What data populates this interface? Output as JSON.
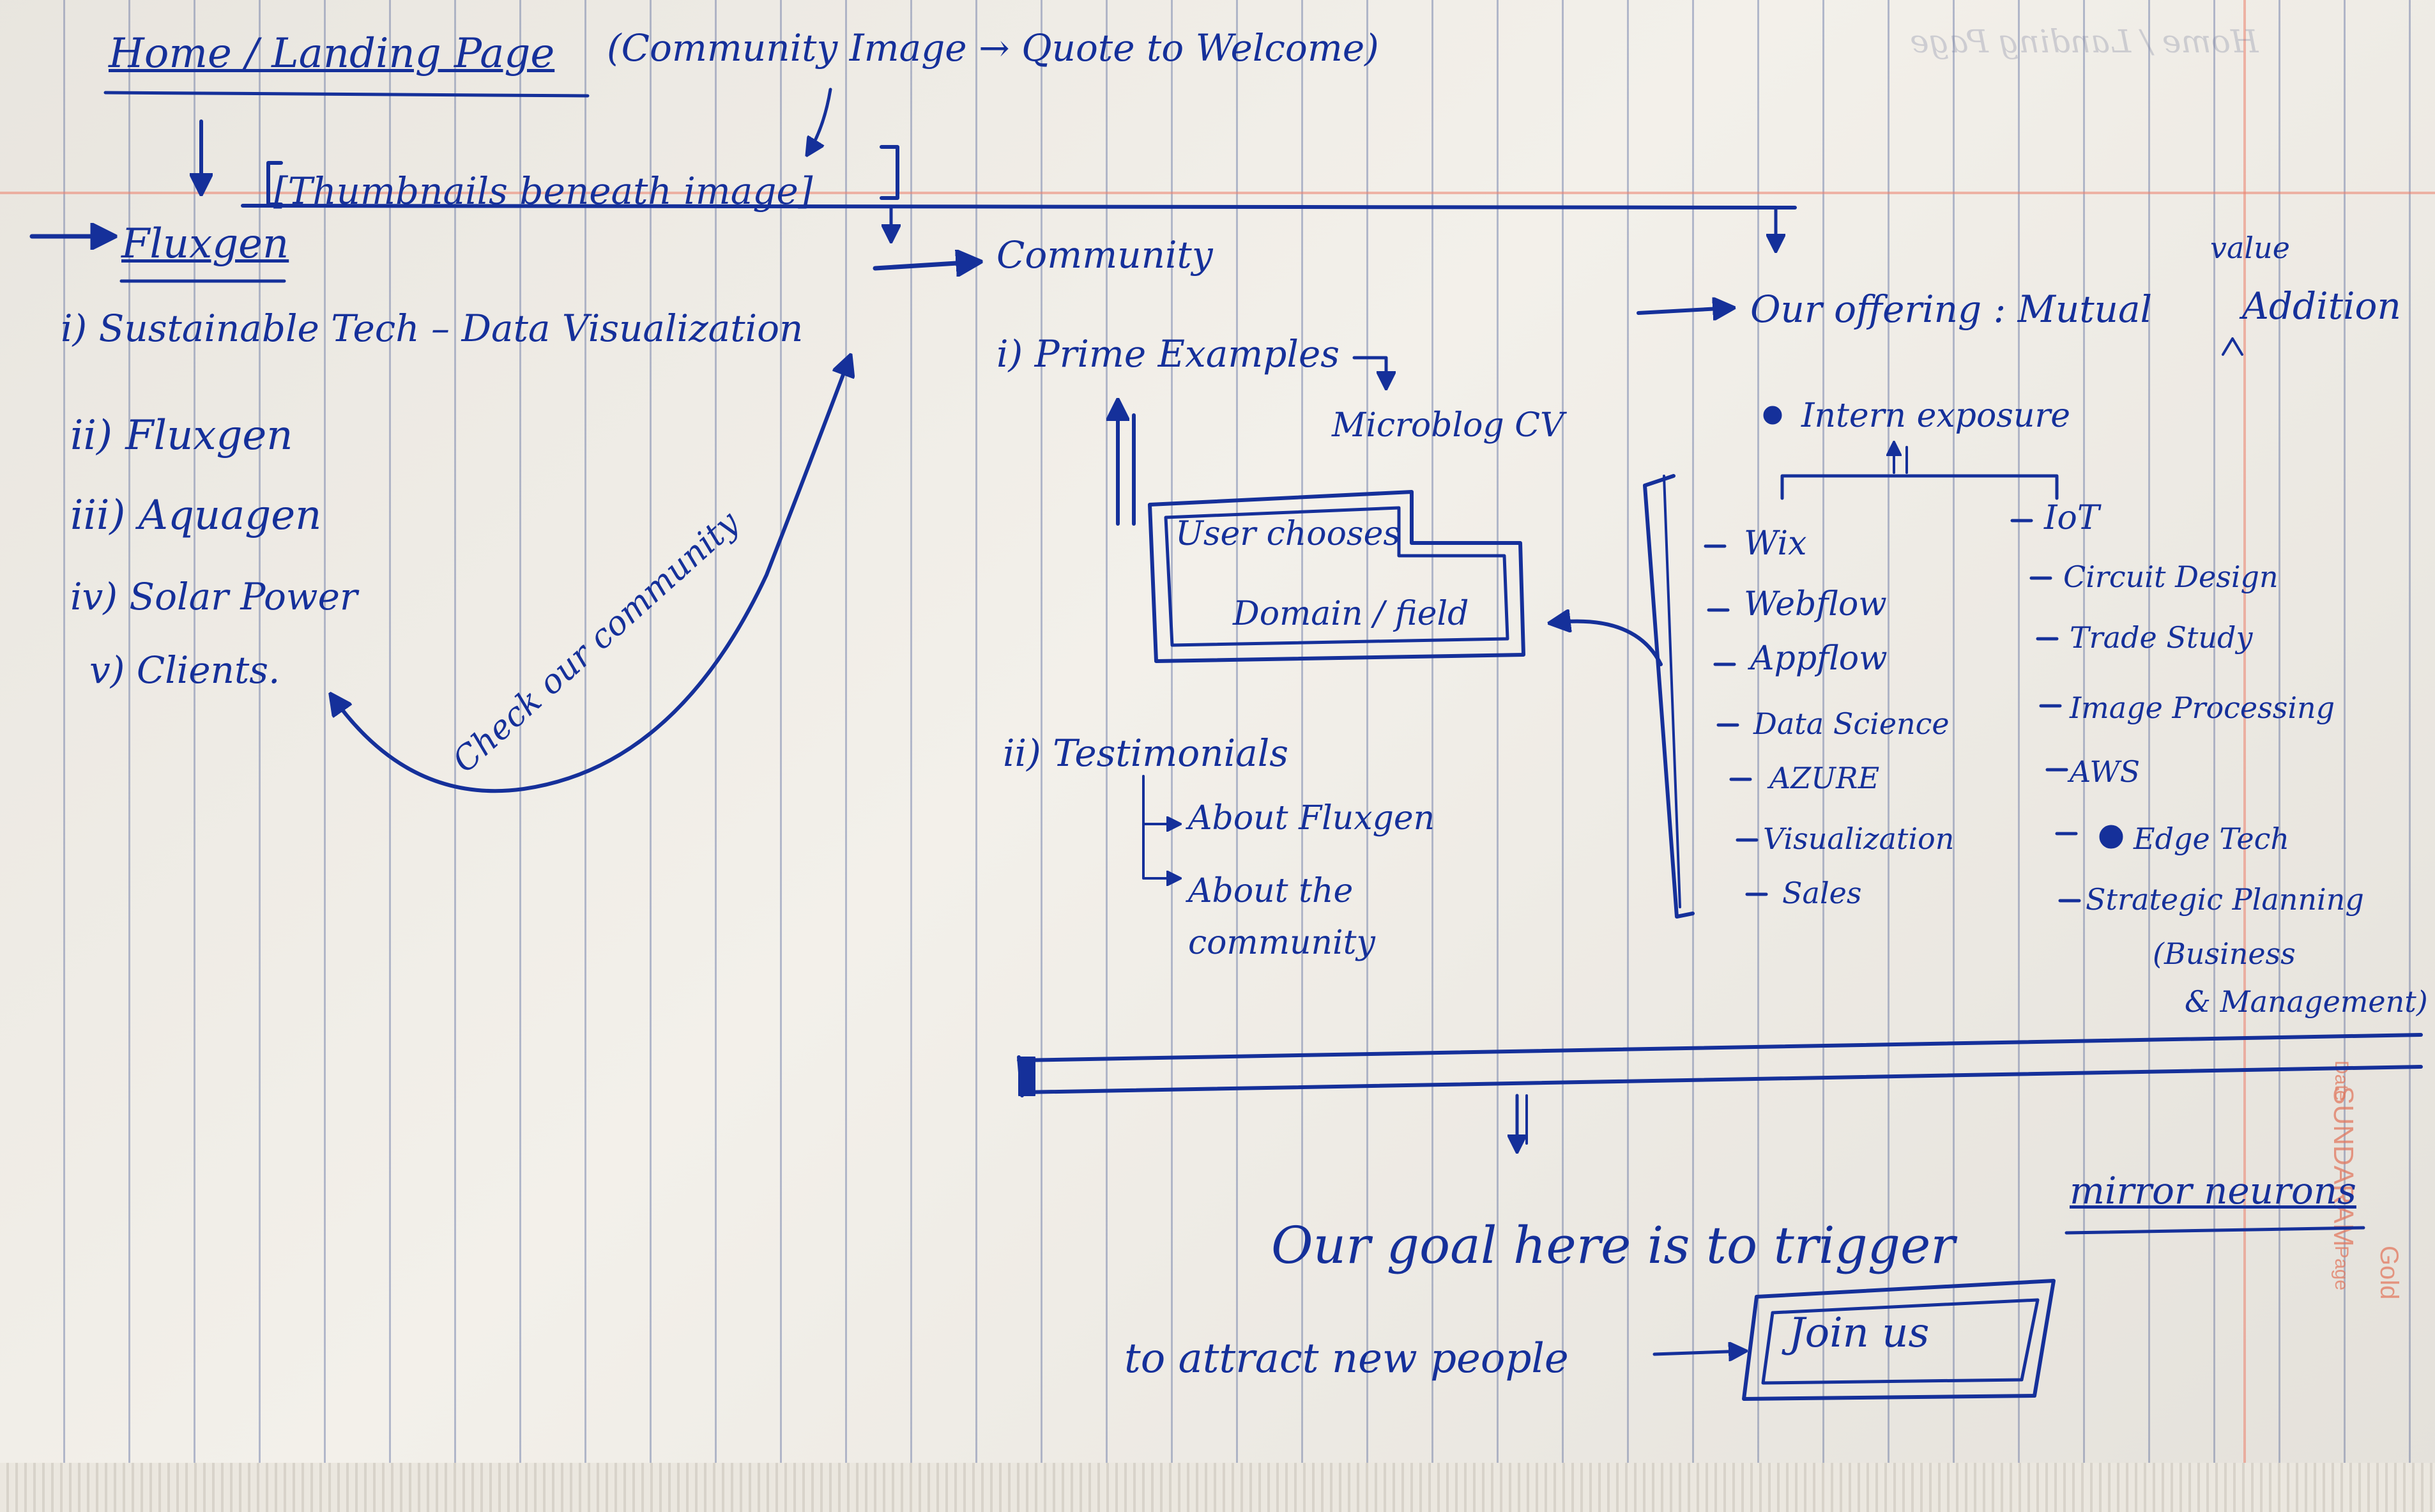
{
  "header": {
    "title": "Home / Landing Page",
    "note": "(Community Image → Quote to Welcome)",
    "thumbnails": "[Thumbnails beneath image]"
  },
  "left_section": {
    "title": "Fluxgen",
    "items": [
      "i) Sustainable Tech – Data Visualization",
      "ii) Fluxgen",
      "iii) Aquagen",
      "iv) Solar Power",
      "v) Clients."
    ],
    "curve_label": "Check our community"
  },
  "middle_section": {
    "title": "Community",
    "prime_examples": "i) Prime Examples",
    "microblog": "Microblog CV",
    "box_line1": "User chooses",
    "box_line2": "Domain / field",
    "testimonials": "ii) Testimonials",
    "testimonial_items": [
      "About Fluxgen",
      "About the community"
    ]
  },
  "right_section": {
    "title": "Our offering : Mutual",
    "caret_word": "value",
    "title_tail": "Addition",
    "intern": "Intern exposure",
    "col1": [
      "Wix",
      "Webflow",
      "Appflow",
      "Data Science",
      "AZURE",
      "Visualization",
      "Sales"
    ],
    "col2": [
      "IoT",
      "Circuit Design",
      "Trade Study",
      "Image Processing",
      "AWS",
      "Edge Tech",
      "Strategic Planning",
      "(Business",
      "& Management)"
    ]
  },
  "bottom": {
    "goal_prefix": "Our goal here is to trigger",
    "goal_highlight": "mirror neurons",
    "attract": "to attract new people",
    "join": "Join us"
  },
  "page_marks": {
    "ghost_heading": "Home / Landing Page",
    "brand": "SUNDARAM",
    "brand_gold": "Gold",
    "date_label": "Date",
    "page_label": "Page"
  }
}
